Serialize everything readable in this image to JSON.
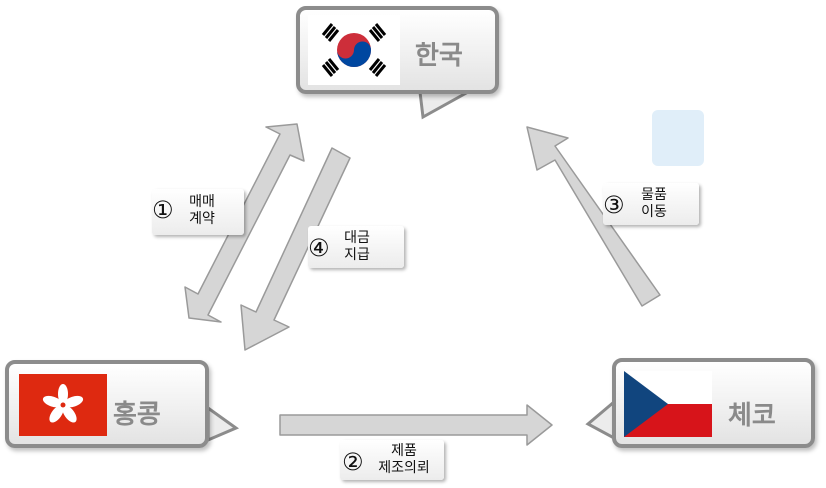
{
  "nodes": {
    "korea": {
      "label": "한국"
    },
    "hongkong": {
      "label": "홍콩"
    },
    "czech": {
      "label": "체코"
    }
  },
  "steps": [
    {
      "number": "①",
      "line1": "매매",
      "line2": "계약"
    },
    {
      "number": "②",
      "line1": "제품",
      "line2": "제조의뢰"
    },
    {
      "number": "③",
      "line1": "물품",
      "line2": "이동"
    },
    {
      "number": "④",
      "line1": "대금",
      "line2": "지급"
    }
  ],
  "colors": {
    "arrow_fill": "#d6d6d6",
    "arrow_stroke": "#9a9a9a",
    "node_border": "#8c8c8c",
    "label_text": "#8a8a8a"
  }
}
